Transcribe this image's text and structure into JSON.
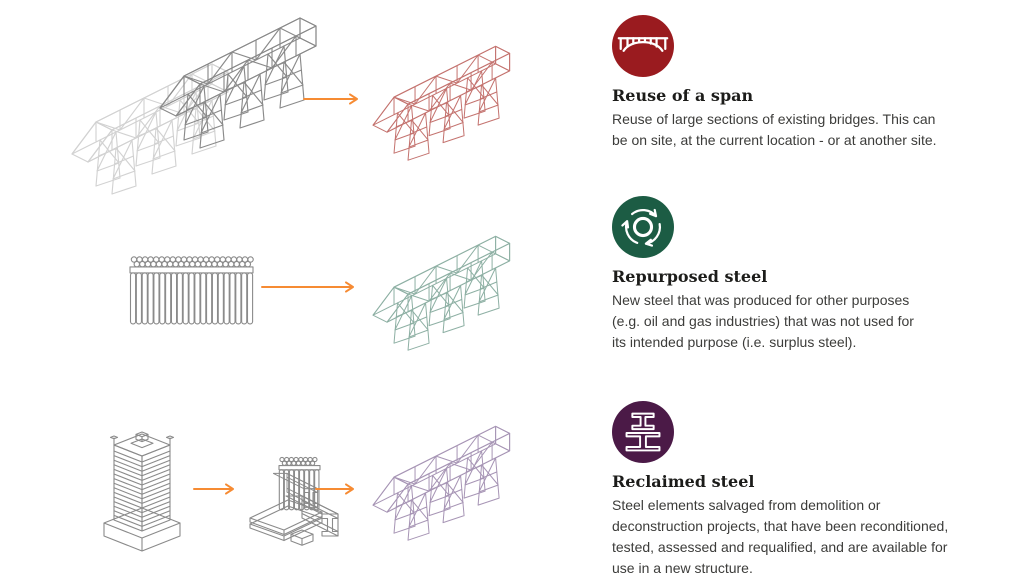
{
  "palette": {
    "orange": "#F68B33",
    "red": "#9A1B1F",
    "green": "#1C5C44",
    "purple": "#4B1A47",
    "bridge-red": "#C4736F",
    "bridge-green": "#8EB0A4",
    "bridge-purple": "#A795B5",
    "grey-solid": "#8A8A8A",
    "grey-faded": "#D2D2D2",
    "heading": "#1C1C1A",
    "body-text": "#3C3C3A"
  },
  "sections": [
    {
      "icon": "bridge-span-icon",
      "heading": "Reuse of a span",
      "body": "Reuse of large sections of existing bridges. This can\nbe on site, at the current location - or at another site."
    },
    {
      "icon": "recycle-icon",
      "heading": "Repurposed steel",
      "body": "New steel that was produced for other purposes\n(e.g. oil and gas industries) that was not used for\nits intended purpose (i.e. surplus steel)."
    },
    {
      "icon": "steel-beams-icon",
      "heading": "Reclaimed steel",
      "body": "Steel elements salvaged from demolition or\ndeconstruction projects, that have been reconditioned,\ntested, assessed and requalified, and are available for\nuse in a new structure."
    }
  ]
}
